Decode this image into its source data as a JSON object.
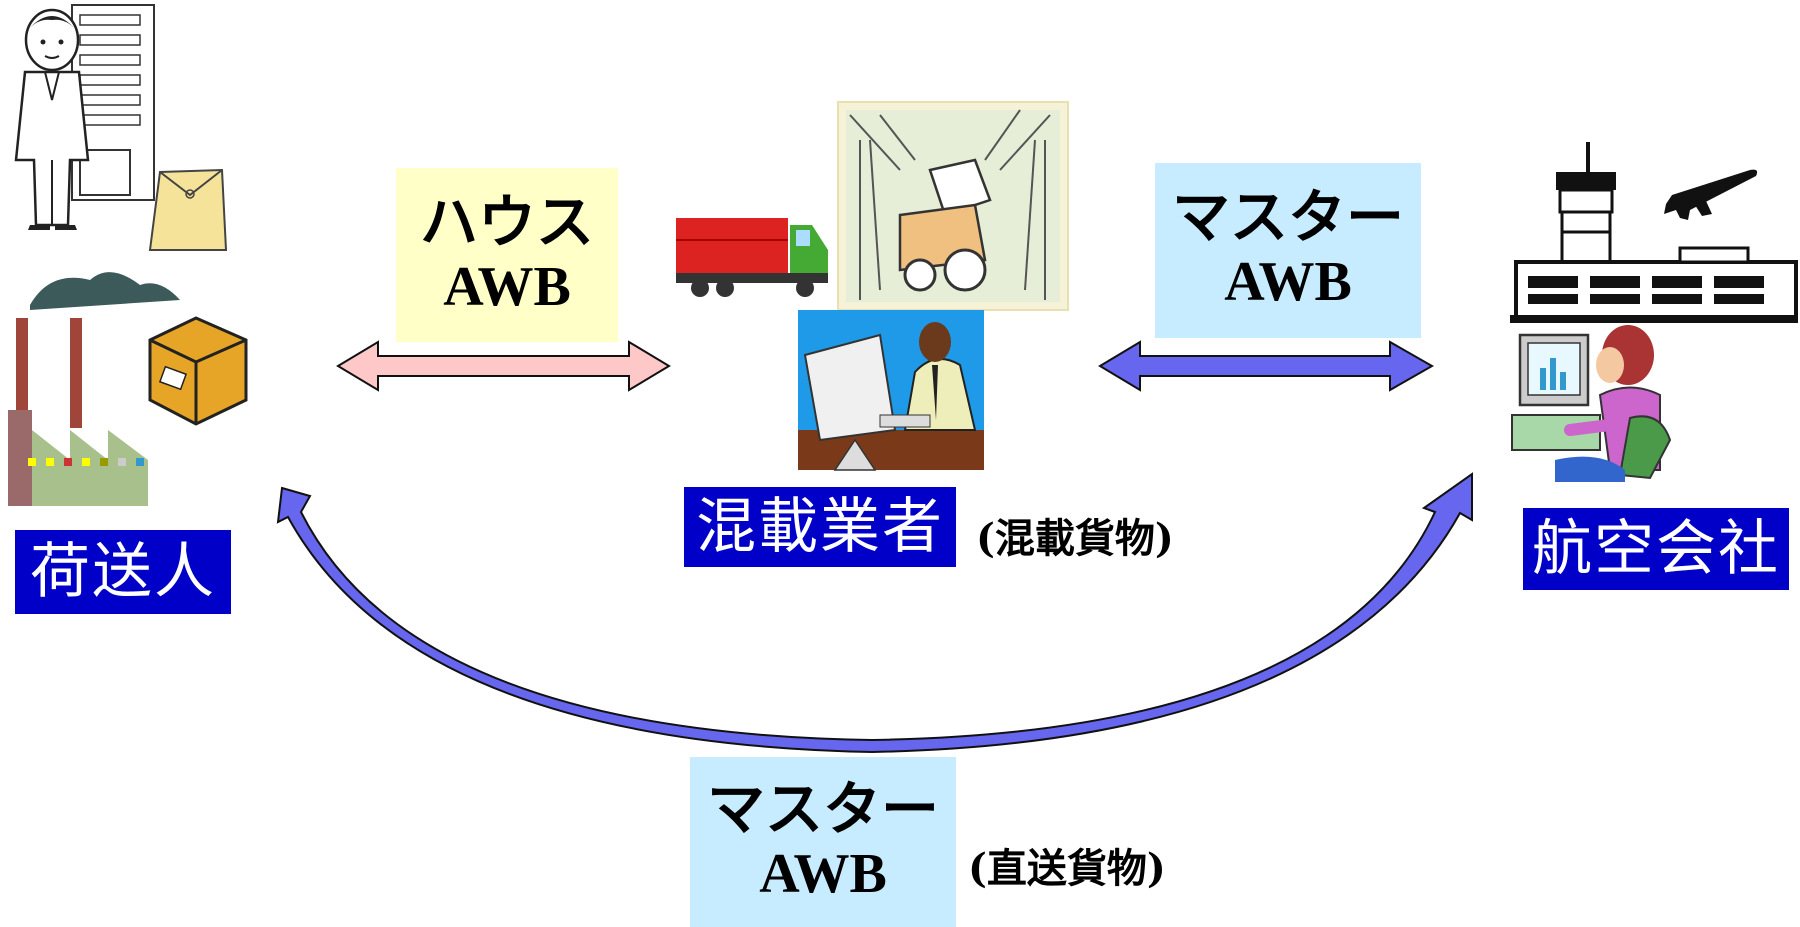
{
  "nodes": {
    "shipper": {
      "label": "荷送人"
    },
    "consolidator": {
      "label": "混載業者",
      "note": "(混載貨物)"
    },
    "airline": {
      "label": "航空会社"
    }
  },
  "documents": {
    "house_awb": {
      "line1": "ハウス",
      "line2": "AWB",
      "color": "#ffffc8",
      "arrow_color": "#ffc8c8"
    },
    "master_awb_consolidated": {
      "line1": "マスター",
      "line2": "AWB",
      "color": "#c8ecff",
      "arrow_color": "#6666ee"
    },
    "master_awb_direct": {
      "line1": "マスター",
      "line2": "AWB",
      "note": "(直送貨物)",
      "color": "#c8ecff",
      "arrow_color": "#6666ee"
    }
  },
  "colors": {
    "label_bg": "#0000c8",
    "label_text": "#ffffff"
  }
}
